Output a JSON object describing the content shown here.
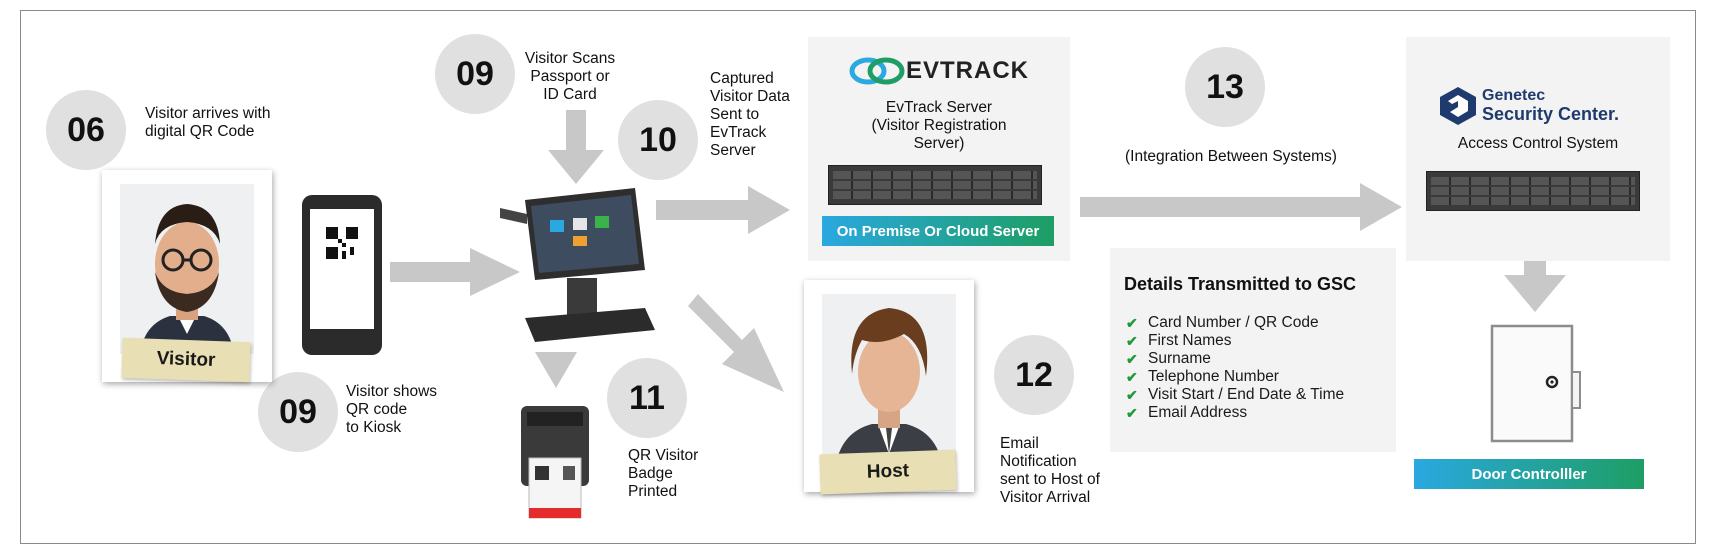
{
  "steps": {
    "s06": {
      "number": "06",
      "label_l1": "Visitor arrives with",
      "label_l2": "digital QR Code"
    },
    "s09a": {
      "number": "09",
      "label_l1": "Visitor Scans",
      "label_l2": "Passport or",
      "label_l3": "ID Card"
    },
    "s09b": {
      "number": "09",
      "label_l1": "Visitor shows",
      "label_l2": "QR code",
      "label_l3": "to Kiosk"
    },
    "s10": {
      "number": "10",
      "label_l1": "Captured",
      "label_l2": "Visitor Data",
      "label_l3": "Sent to",
      "label_l4": "EvTrack",
      "label_l5": "Server"
    },
    "s11": {
      "number": "11",
      "label_l1": "QR Visitor",
      "label_l2": "Badge",
      "label_l3": "Printed"
    },
    "s12": {
      "number": "12",
      "label_l1": "Email",
      "label_l2": "Notification",
      "label_l3": "sent to Host of",
      "label_l4": "Visitor Arrival"
    },
    "s13": {
      "number": "13",
      "label": "(Integration Between Systems)"
    }
  },
  "visitor": {
    "tag": "Visitor"
  },
  "host": {
    "tag": "Host"
  },
  "evtrack": {
    "logo_text": "EVTRACK",
    "title_l1": "EvTrack Server",
    "title_l2": "(Visitor Registration",
    "title_l3": "Server)",
    "badge": "On Premise Or Cloud Server"
  },
  "genetec": {
    "logo_l1": "Genetec",
    "logo_l2": "Security Center.",
    "title": "Access Control System"
  },
  "details": {
    "title": "Details Transmitted to GSC",
    "items": [
      "Card Number / QR Code",
      "First Names",
      "Surname",
      "Telephone Number",
      "Visit Start / End Date & Time",
      "Email Address"
    ]
  },
  "door": {
    "badge": "Door Controlller"
  },
  "colors": {
    "accent_start": "#2aa8e0",
    "accent_end": "#1e9e64",
    "arrow": "#c8c8c8",
    "circle": "#e0e0e0",
    "check": "#1f9a3a"
  }
}
